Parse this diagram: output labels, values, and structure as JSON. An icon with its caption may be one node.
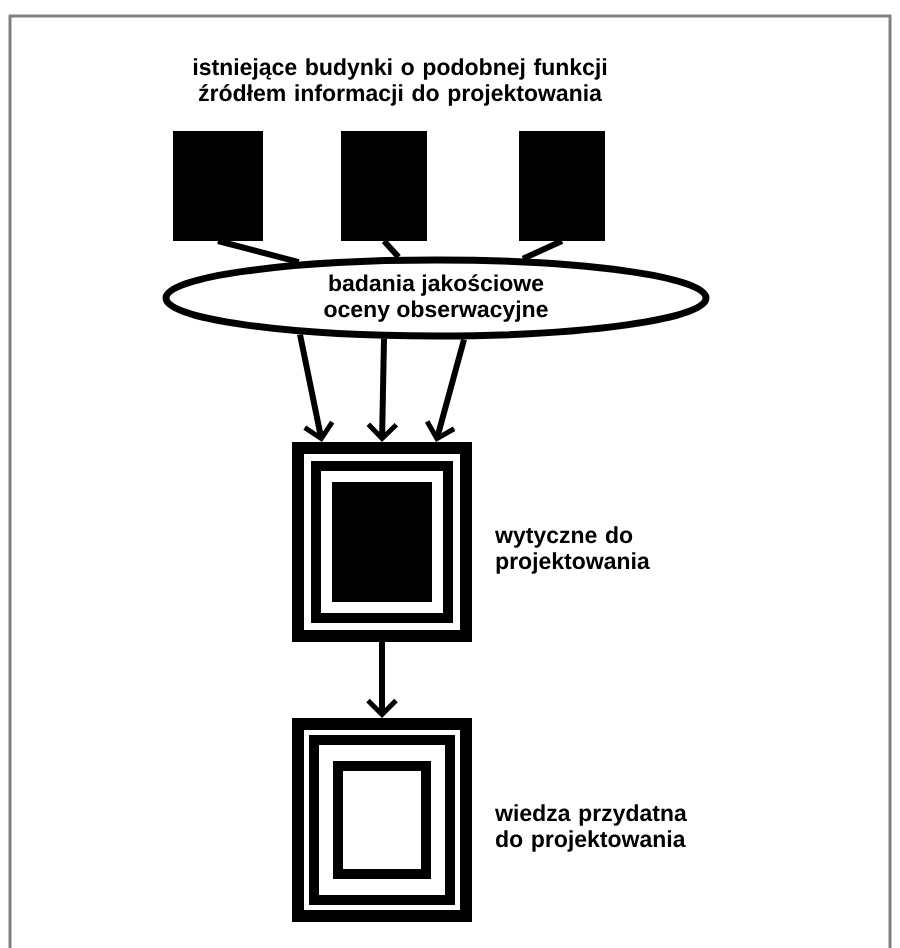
{
  "diagram": {
    "title": "istniejące budynki o podobnej funkcji źródłem informacji do projektowania",
    "nodes": [
      {
        "text": [],
        "shape": "box"
      },
      {
        "text": [],
        "shape": "box"
      },
      {
        "text": [],
        "shape": "box"
      },
      {
        "text": [
          "badania jakościowe",
          "oceny obserwacyjne"
        ]
      },
      {
        "text": [],
        "shape": "box",
        "beside": [
          "wytyczne do projektowania"
        ]
      },
      {
        "text": [],
        "shape": "box",
        "beside": [
          "wiedza przydatna do projektowania"
        ]
      }
    ],
    "edges": [
      {
        "from": 0,
        "to": 3,
        "arrow": "none"
      },
      {
        "from": 1,
        "to": 3,
        "arrow": "none"
      },
      {
        "from": 2,
        "to": 3,
        "arrow": "none"
      },
      {
        "from": 3,
        "to": 4,
        "arrow": "to"
      },
      {
        "from": 3,
        "to": 4,
        "arrow": "to"
      },
      {
        "from": 3,
        "to": 4,
        "arrow": "to"
      },
      {
        "from": 4,
        "to": 5,
        "arrow": "to"
      }
    ]
  }
}
